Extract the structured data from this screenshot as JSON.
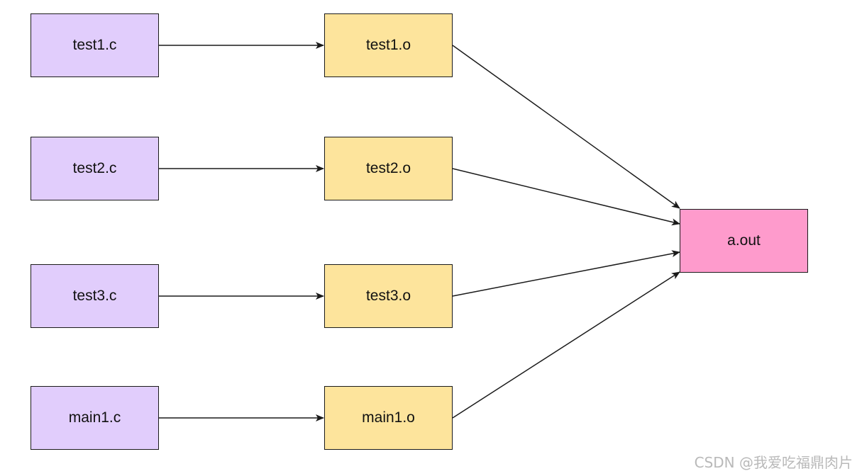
{
  "colors": {
    "source_fill": "#e1cdfc",
    "object_fill": "#fde49c",
    "output_fill": "#fe9bcc",
    "border": "#1a1a1a",
    "edge": "#1a1a1a"
  },
  "nodes": {
    "test1_c": {
      "label": "test1.c",
      "kind": "source"
    },
    "test2_c": {
      "label": "test2.c",
      "kind": "source"
    },
    "test3_c": {
      "label": "test3.c",
      "kind": "source"
    },
    "main1_c": {
      "label": "main1.c",
      "kind": "source"
    },
    "test1_o": {
      "label": "test1.o",
      "kind": "object"
    },
    "test2_o": {
      "label": "test2.o",
      "kind": "object"
    },
    "test3_o": {
      "label": "test3.o",
      "kind": "object"
    },
    "main1_o": {
      "label": "main1.o",
      "kind": "object"
    },
    "a_out": {
      "label": "a.out",
      "kind": "output"
    }
  },
  "edges": [
    {
      "from": "test1.c",
      "to": "test1.o"
    },
    {
      "from": "test2.c",
      "to": "test2.o"
    },
    {
      "from": "test3.c",
      "to": "test3.o"
    },
    {
      "from": "main1.c",
      "to": "main1.o"
    },
    {
      "from": "test1.o",
      "to": "a.out"
    },
    {
      "from": "test2.o",
      "to": "a.out"
    },
    {
      "from": "test3.o",
      "to": "a.out"
    },
    {
      "from": "main1.o",
      "to": "a.out"
    }
  ],
  "watermark": "CSDN @我爱吃福鼎肉片"
}
